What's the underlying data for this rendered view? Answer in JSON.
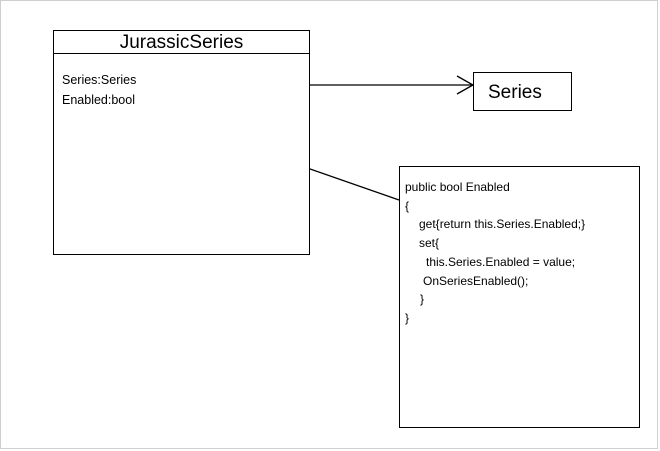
{
  "class_box": {
    "title": "JurassicSeries",
    "attributes": [
      "Series:Series",
      "Enabled:bool"
    ]
  },
  "series_box": {
    "label": "Series"
  },
  "note": {
    "lines": [
      "public bool Enabled",
      "{",
      "get{return this.Series.Enabled;}",
      "set{",
      "this.Series.Enabled = value;",
      "OnSeriesEnabled();",
      "}",
      "}"
    ]
  }
}
